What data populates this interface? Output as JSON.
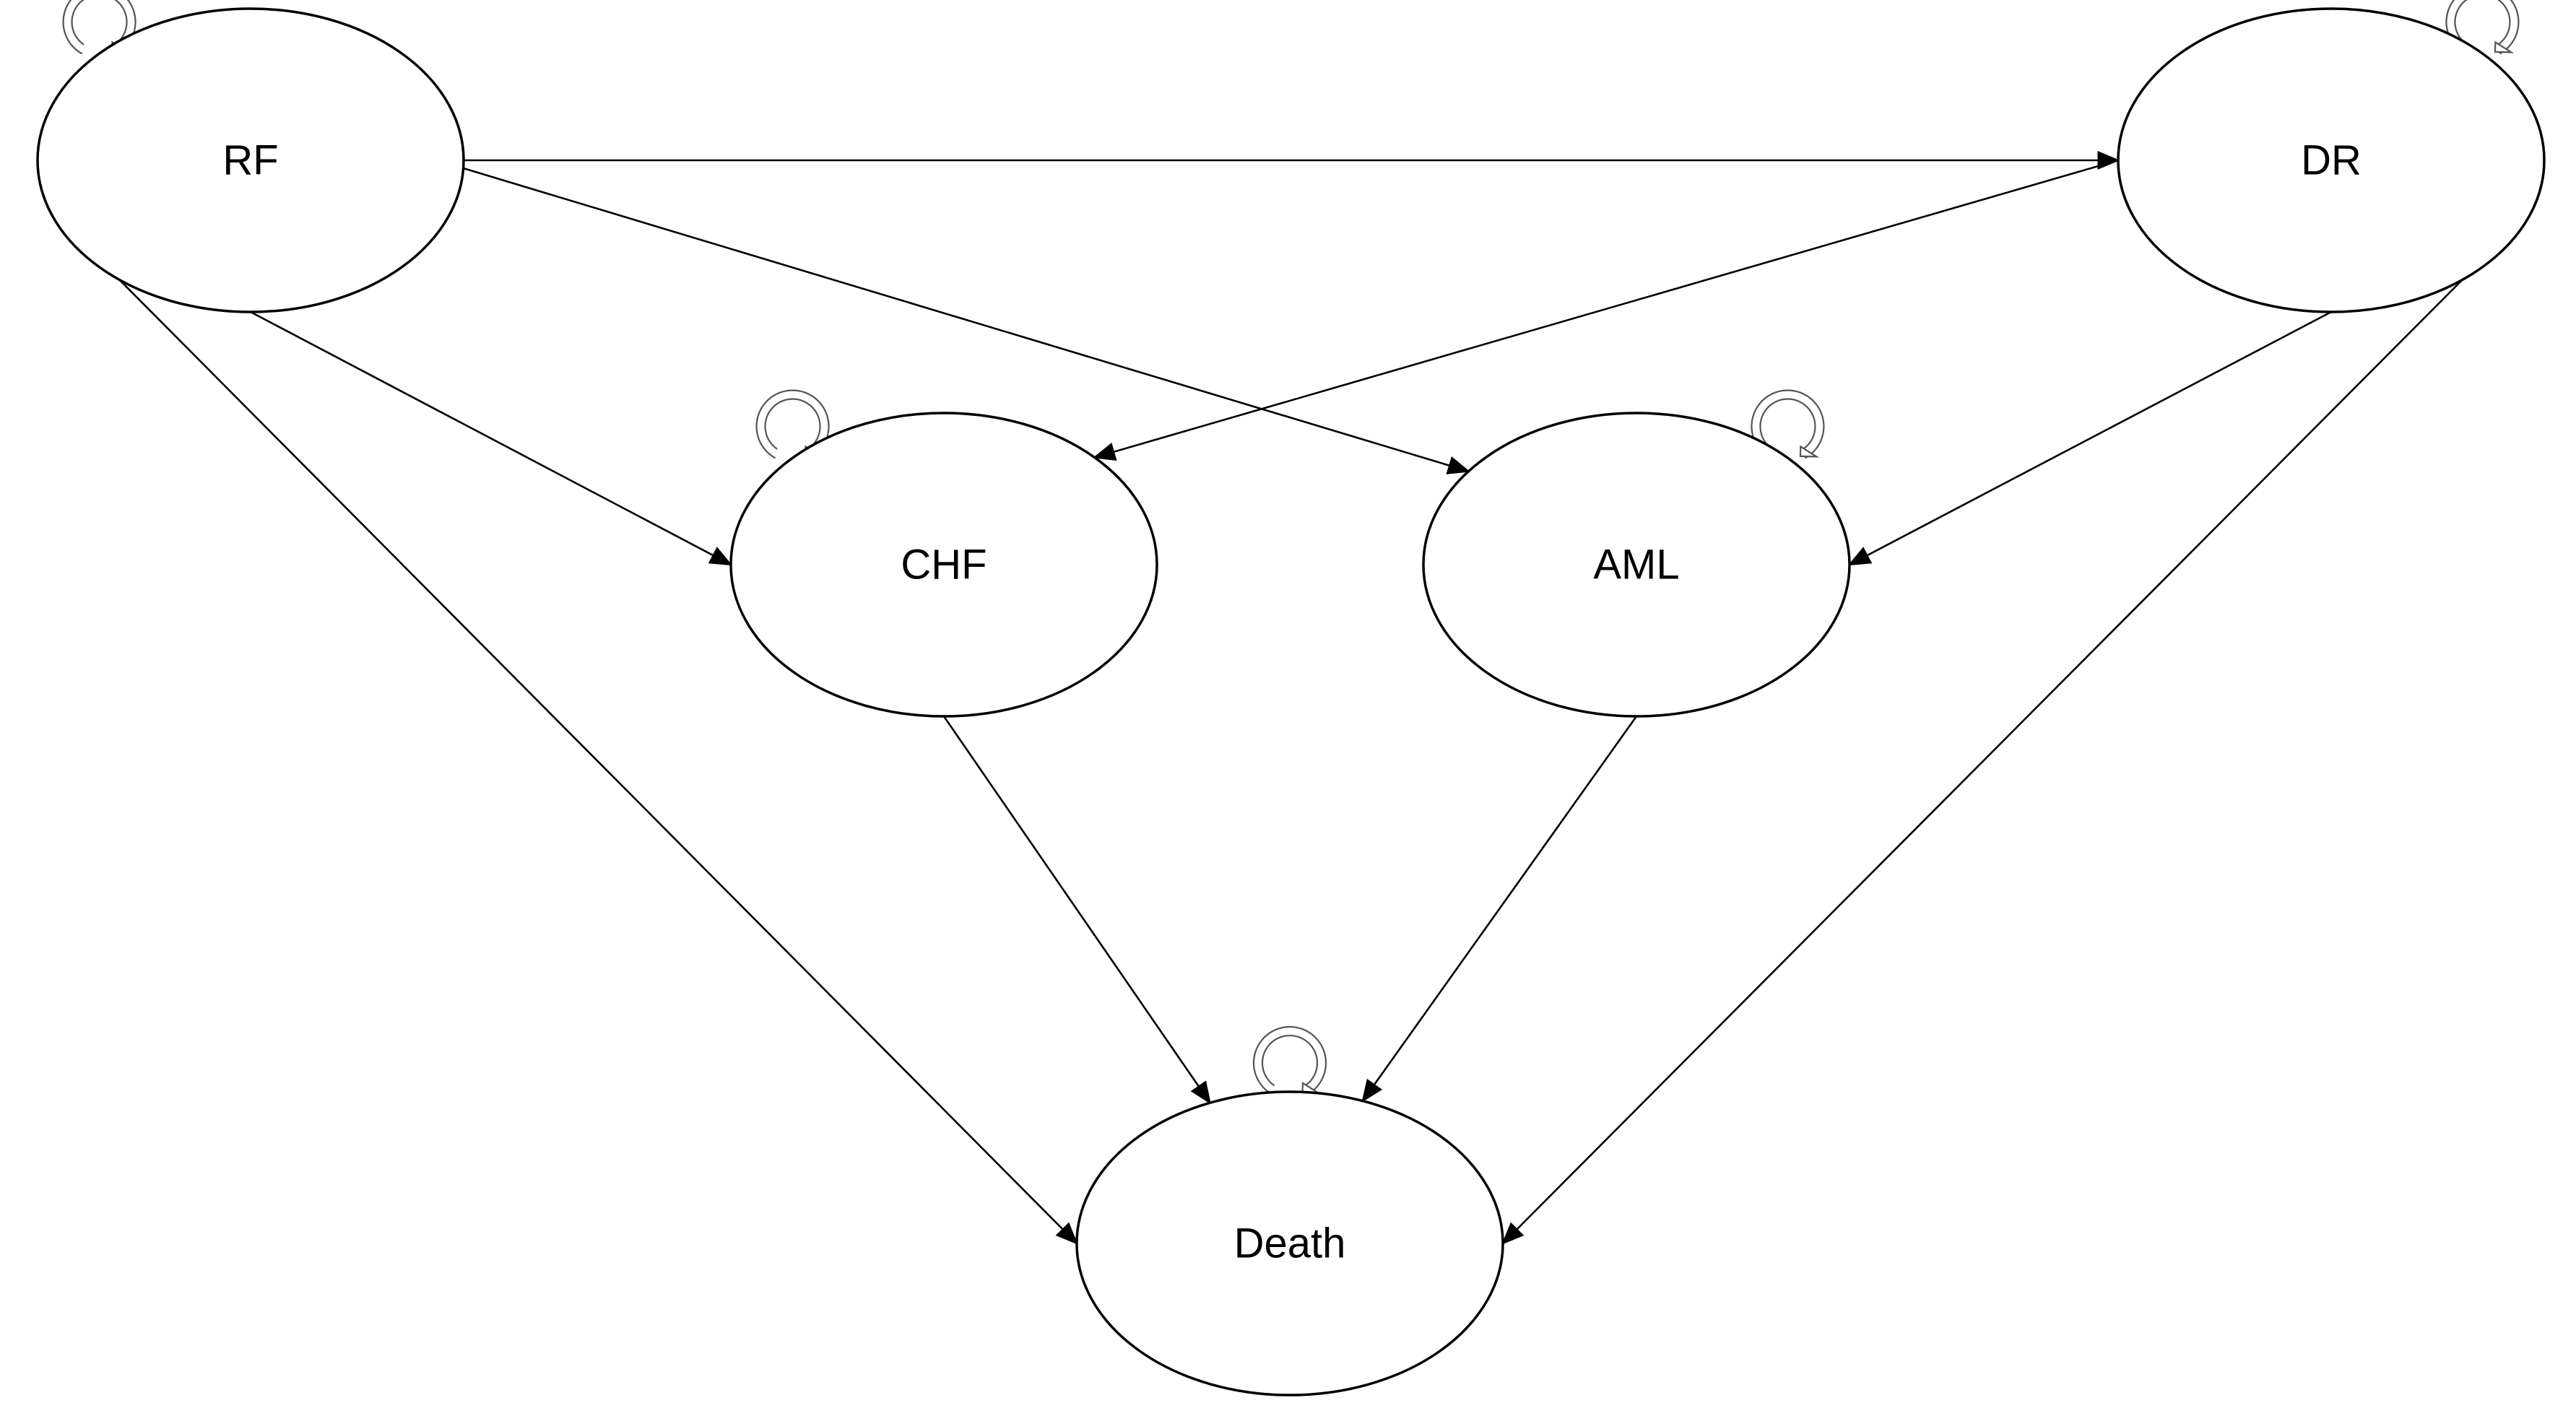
{
  "diagram": {
    "type": "state-transition",
    "line_color": "#000000",
    "loop_color": "#555555",
    "nodes": [
      {
        "id": "RF",
        "label": "RF",
        "self_loop": true
      },
      {
        "id": "DR",
        "label": "DR",
        "self_loop": true
      },
      {
        "id": "CHF",
        "label": "CHF",
        "self_loop": true
      },
      {
        "id": "AML",
        "label": "AML",
        "self_loop": true
      },
      {
        "id": "Death",
        "label": "Death",
        "self_loop": true
      }
    ],
    "edges": [
      {
        "from": "RF",
        "to": "DR"
      },
      {
        "from": "RF",
        "to": "AML"
      },
      {
        "from": "RF",
        "to": "CHF"
      },
      {
        "from": "RF",
        "to": "Death"
      },
      {
        "from": "DR",
        "to": "CHF"
      },
      {
        "from": "DR",
        "to": "AML"
      },
      {
        "from": "DR",
        "to": "Death"
      },
      {
        "from": "CHF",
        "to": "Death"
      },
      {
        "from": "AML",
        "to": "Death"
      }
    ]
  }
}
